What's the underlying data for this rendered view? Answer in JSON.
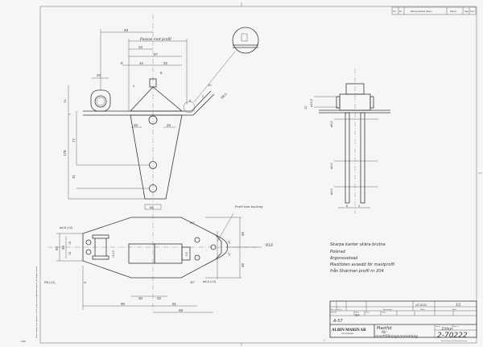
{
  "header_table": {
    "cells": [
      "1/8",
      "8/7",
      "Ritning ändrad datum",
      "Datum",
      "Sign",
      "Ändr"
    ]
  },
  "front_view": {
    "dims": [
      "48",
      "Passas mot profil",
      "34",
      "67",
      "8",
      "34",
      "32",
      "6",
      "20",
      "4",
      "2",
      "20",
      "20",
      "4",
      "10",
      "R8,5",
      "178",
      "77",
      "31",
      "7",
      "13"
    ]
  },
  "bottom_view": {
    "dims": [
      "68",
      "Profil fore bocking",
      "30°",
      "30°",
      "46",
      "46",
      "R10",
      "17",
      "17",
      "ø6,6 (×2)",
      "50",
      "40",
      "15",
      "15",
      "R8 (×2)",
      "8",
      "ø6,6 (×2)",
      "30",
      "32",
      "90",
      "81",
      "68",
      "6,6",
      "15,19"
    ]
  },
  "side_view": {
    "dims": [
      "ø15,5",
      "12",
      "ø8,6",
      "ø6,6",
      "ø6,6",
      "6",
      "4"
    ]
  },
  "notes": [
    "Skarpa kanter skära brutna",
    "Polerad",
    "Argonsvetsad",
    "Mastfoten avsedd för mastprofil",
    "från Sharman  profil nr 204"
  ],
  "title_block": {
    "ref": "UD 8243",
    "labels": [
      "Ers. av",
      "Ers. m",
      "Benämning",
      "Skala",
      "Antal",
      "Material",
      "Ritad",
      "Kontr.",
      "Godk.",
      "Datum",
      "Ritn. nr"
    ],
    "scale": "1/1",
    "material_code": "A-57",
    "drawn": "SJA",
    "company": "ALBIN MARIN AB",
    "company_sub": "KRISTINEHAMN",
    "title_line1": "Mastfot",
    "title_line2": "för",
    "title_line3": "mastfällningsanordning",
    "date": "1/day",
    "drawing_number": "2-70222",
    "footer": "Rätt till ändring utan föregående besked",
    "corner": "7"
  },
  "margin_note": "Denna ritning är vår egendom och får ej utan vårt medgivande kopieras eller delgivas annan",
  "left_mark": "A4R"
}
